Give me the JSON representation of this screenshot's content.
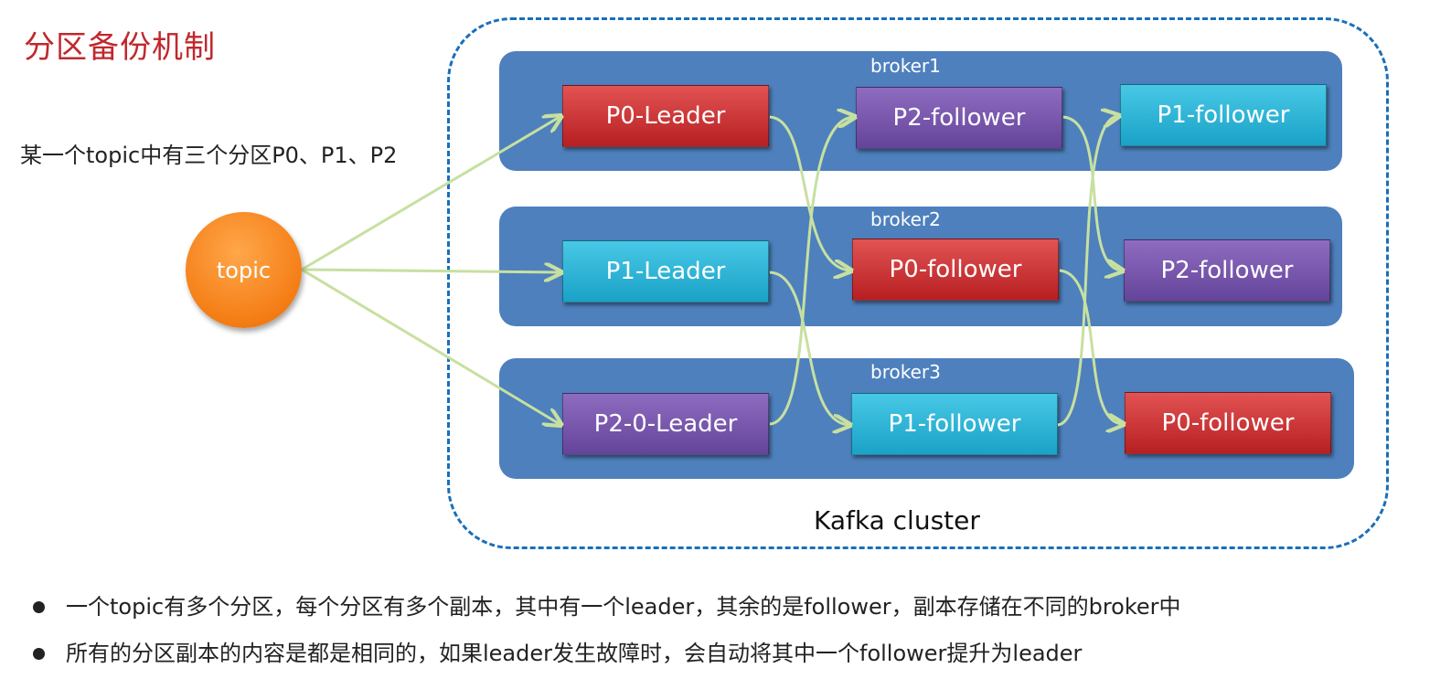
{
  "title": "分区备份机制",
  "subtitle": "某一个topic中有三个分区P0、P1、P2",
  "topic": {
    "label": "topic"
  },
  "cluster": {
    "label": "Kafka cluster"
  },
  "brokers": [
    {
      "label": "broker1",
      "partitions": [
        "P0-Leader",
        "P2-follower",
        "P1-follower"
      ]
    },
    {
      "label": "broker2",
      "partitions": [
        "P1-Leader",
        "P0-follower",
        "P2-follower"
      ]
    },
    {
      "label": "broker3",
      "partitions": [
        "P2-0-Leader",
        "P1-follower",
        "P0-follower"
      ]
    }
  ],
  "colors": {
    "leader_p0": "#c62828",
    "p1": "#29b6d9",
    "p2": "#7a55b0",
    "broker": "#4e80bd",
    "connector": "#c7e0a0",
    "title": "#c0282d"
  },
  "bullets": [
    "一个topic有多个分区，每个分区有多个副本，其中有一个leader，其余的是follower，副本存储在不同的broker中",
    "所有的分区副本的内容是都是相同的，如果leader发生故障时，会自动将其中一个follower提升为leader"
  ]
}
